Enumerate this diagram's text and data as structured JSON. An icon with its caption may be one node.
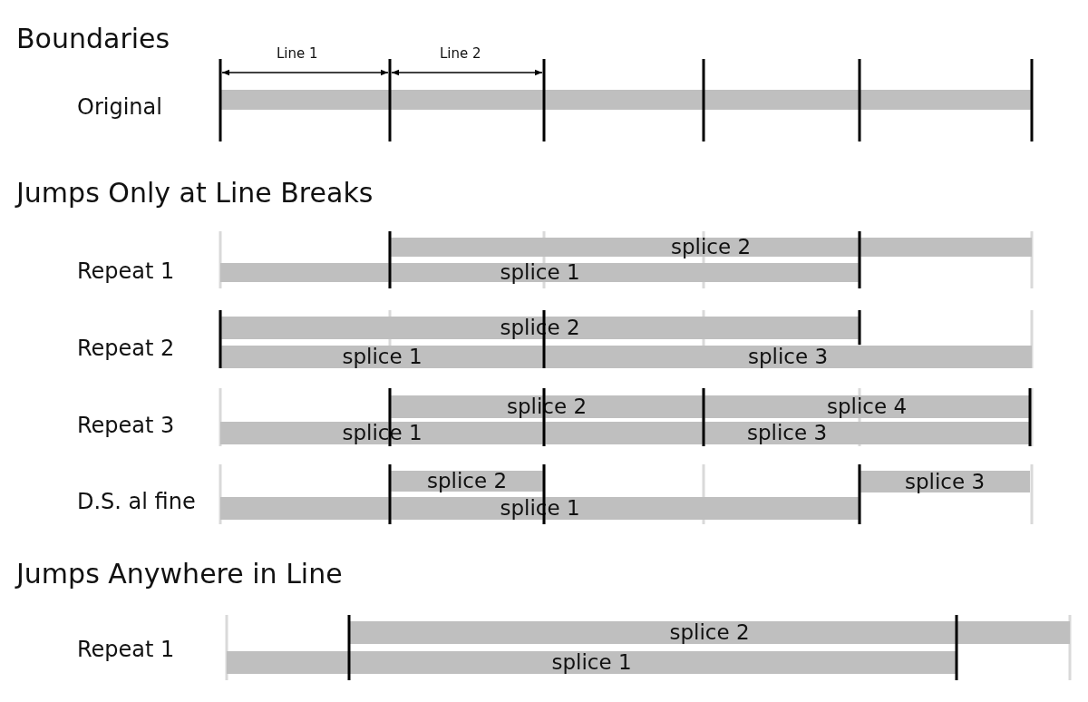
{
  "diagram": {
    "nodes": [
      {
        "text": [],
        "shape": "bar"
      },
      {
        "text": [
          "splice 2"
        ]
      },
      {
        "text": [
          "splice 1"
        ]
      },
      {
        "text": [
          "splice 2"
        ]
      },
      {
        "text": [
          "splice 1"
        ]
      },
      {
        "text": [
          "splice 3"
        ]
      },
      {
        "text": [
          "splice 2"
        ]
      },
      {
        "text": [
          "splice 4"
        ]
      },
      {
        "text": [
          "splice 1"
        ]
      },
      {
        "text": [
          "splice 3"
        ]
      },
      {
        "text": [
          "splice 2"
        ]
      },
      {
        "text": [
          "splice 3"
        ]
      },
      {
        "text": [
          "splice 1"
        ]
      },
      {
        "text": [
          "splice 2"
        ]
      },
      {
        "text": [
          "splice 1"
        ]
      }
    ],
    "labels": [
      "Boundaries",
      "Line 1",
      "Line 2",
      "Original",
      "Jumps Only at Line Breaks",
      "Repeat 1",
      "Repeat 2",
      "Repeat 3",
      "D.S. al fine",
      "Jumps Anywhere in Line",
      "Repeat 1"
    ]
  }
}
